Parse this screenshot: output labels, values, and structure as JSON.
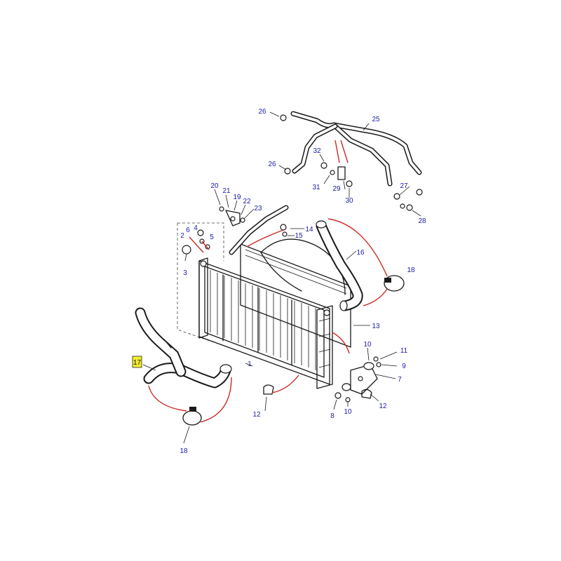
{
  "highlighted_part": "17",
  "callouts": [
    {
      "id": "c26a",
      "num": "26"
    },
    {
      "id": "c25",
      "num": "25"
    },
    {
      "id": "c32",
      "num": "32"
    },
    {
      "id": "c26b",
      "num": "26"
    },
    {
      "id": "c31",
      "num": "31"
    },
    {
      "id": "c29",
      "num": "29"
    },
    {
      "id": "c30",
      "num": "30"
    },
    {
      "id": "c27",
      "num": "27"
    },
    {
      "id": "c28",
      "num": "28"
    },
    {
      "id": "c20",
      "num": "20"
    },
    {
      "id": "c21",
      "num": "21"
    },
    {
      "id": "c19",
      "num": "19"
    },
    {
      "id": "c22",
      "num": "22"
    },
    {
      "id": "c23",
      "num": "23"
    },
    {
      "id": "c14",
      "num": "14"
    },
    {
      "id": "c15",
      "num": "15"
    },
    {
      "id": "c6",
      "num": "6"
    },
    {
      "id": "c4",
      "num": "4"
    },
    {
      "id": "c2",
      "num": "2"
    },
    {
      "id": "c5",
      "num": "5"
    },
    {
      "id": "c3",
      "num": "3"
    },
    {
      "id": "c16",
      "num": "16"
    },
    {
      "id": "c18a",
      "num": "18"
    },
    {
      "id": "c13",
      "num": "13"
    },
    {
      "id": "c10a",
      "num": "10"
    },
    {
      "id": "c11",
      "num": "11"
    },
    {
      "id": "c9",
      "num": "9"
    },
    {
      "id": "c7",
      "num": "7"
    },
    {
      "id": "c1",
      "num": "1"
    },
    {
      "id": "c12a",
      "num": "12"
    },
    {
      "id": "c12b",
      "num": "12"
    },
    {
      "id": "c8",
      "num": "8"
    },
    {
      "id": "c10b",
      "num": "10"
    },
    {
      "id": "c18b",
      "num": "18"
    }
  ],
  "colors": {
    "callout_text": "#1a1aa6",
    "highlight_fill": "#f4ee2a",
    "leader_red": "#cc2a2a",
    "line": "#1a1a1a"
  }
}
